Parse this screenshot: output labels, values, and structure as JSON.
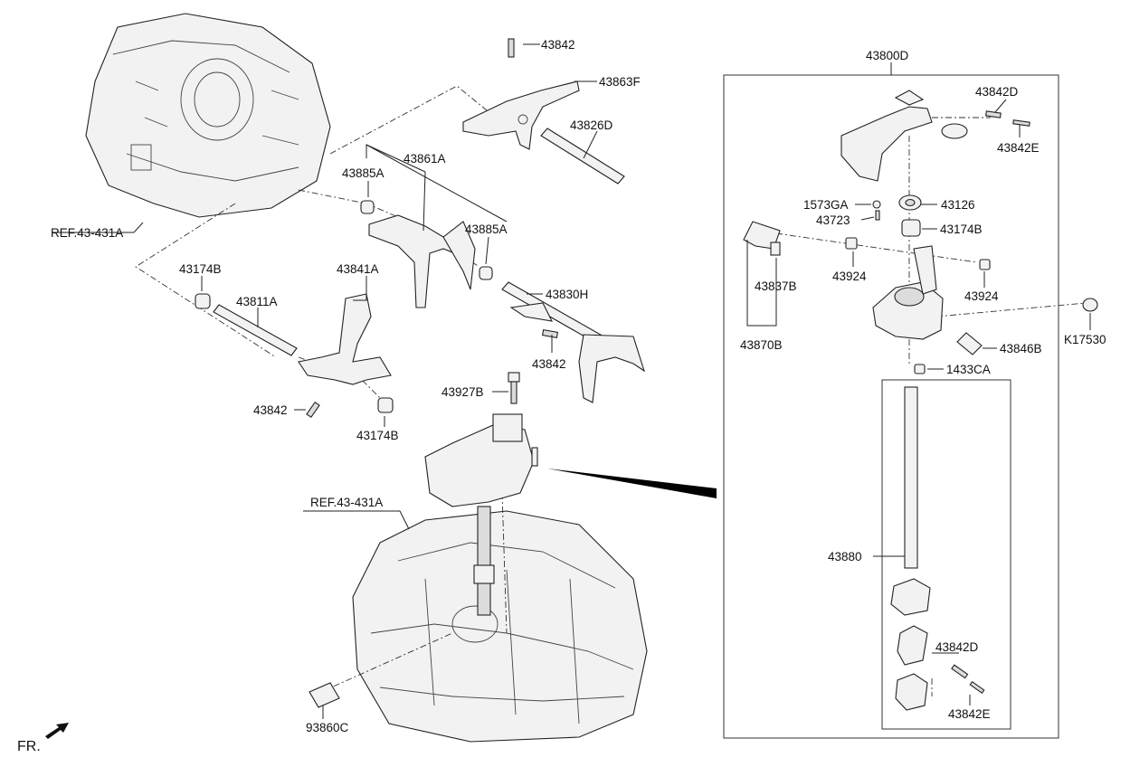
{
  "labels": {
    "p43842_top": "43842",
    "p43863F": "43863F",
    "p43826D": "43826D",
    "p43861A": "43861A",
    "p43885A_left": "43885A",
    "p43885A_right": "43885A",
    "p43174B_left": "43174B",
    "p43811A": "43811A",
    "p43841A": "43841A",
    "p43830H": "43830H",
    "p43842_mid": "43842",
    "p43842_low": "43842",
    "p43174B_low": "43174B",
    "p43927B": "43927B",
    "ref_top": "REF.43-431A",
    "ref_bottom": "REF.43-431A",
    "p93860C": "93860C",
    "fr": "FR.",
    "p43800D": "43800D",
    "p43842D_top": "43842D",
    "p43842E_top": "43842E",
    "p1573GA": "1573GA",
    "p43126": "43126",
    "p43723": "43723",
    "p43174B_kit": "43174B",
    "p43924_left": "43924",
    "p43924_right": "43924",
    "p43837B": "43837B",
    "p43870B": "43870B",
    "p43846B": "43846B",
    "pK17530": "K17530",
    "p1433CA": "1433CA",
    "p43880": "43880",
    "p43842D_low": "43842D",
    "p43842E_low": "43842E"
  }
}
